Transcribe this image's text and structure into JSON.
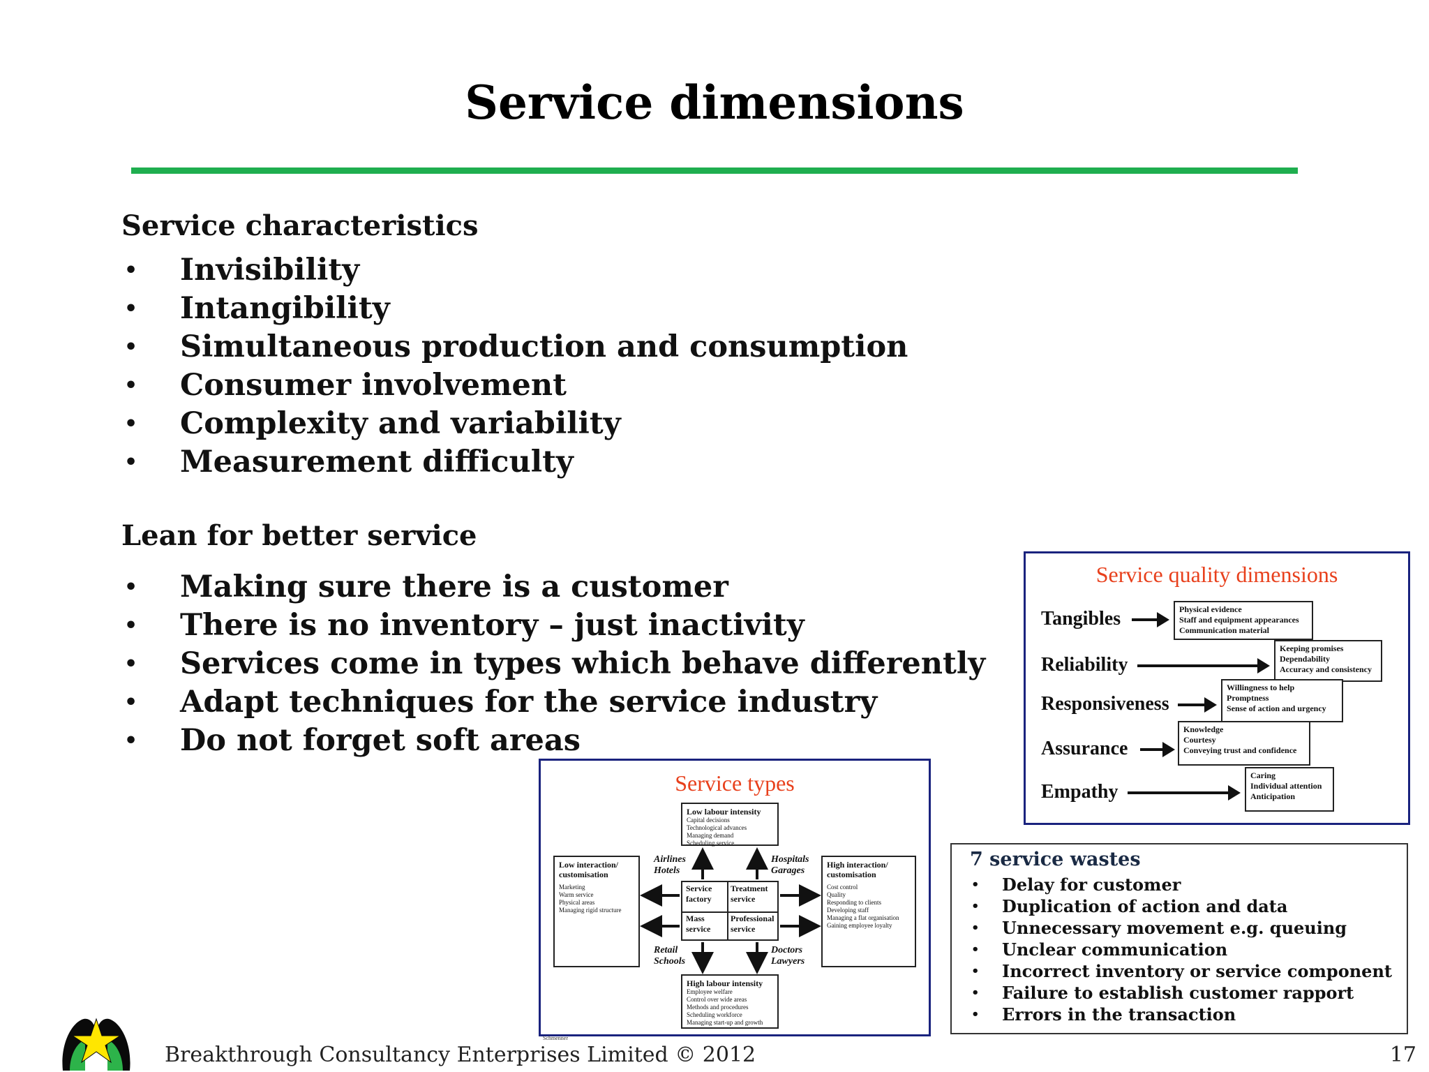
{
  "slide": {
    "title": "Service dimensions",
    "page_number": "17",
    "footer": "Breakthrough Consultancy Enterprises Limited © 2012",
    "accent_color": "#1fae4f"
  },
  "characteristics": {
    "heading": "Service characteristics",
    "items": [
      "Invisibility",
      "Intangibility",
      "Simultaneous production and consumption",
      "Consumer involvement",
      "Complexity and variability",
      "Measurement difficulty"
    ]
  },
  "lean": {
    "heading": "Lean for better service",
    "items": [
      "Making sure there is a customer",
      "There is no inventory – just inactivity",
      "Services come in types which behave differently",
      "Adapt techniques for the service industry",
      "Do not forget soft areas"
    ]
  },
  "quality": {
    "title": "Service quality dimensions",
    "title_color": "#e8401c",
    "dimensions": [
      {
        "label": "Tangibles",
        "lines": [
          "Physical evidence",
          "Staff and equipment appearances",
          "Communication material"
        ]
      },
      {
        "label": "Reliability",
        "lines": [
          "Keeping promises",
          "Dependability",
          "Accuracy and consistency"
        ]
      },
      {
        "label": "Responsiveness",
        "lines": [
          "Willingness to help",
          "Promptness",
          "Sense of action and urgency"
        ]
      },
      {
        "label": "Assurance",
        "lines": [
          "Knowledge",
          "Courtesy",
          "Conveying trust and confidence"
        ]
      },
      {
        "label": "Empathy",
        "lines": [
          "Caring",
          "Individual attention",
          "Anticipation"
        ]
      }
    ]
  },
  "types": {
    "title": "Service types",
    "credit": "Schmenner",
    "top": {
      "heading": "Low labour intensity",
      "lines": [
        "Capital decisions",
        "Technological advances",
        "Managing demand",
        "Scheduling service"
      ]
    },
    "bottom": {
      "heading": "High labour intensity",
      "lines": [
        "Employee welfare",
        "Control over wide areas",
        "Methods and procedures",
        "Scheduling workforce",
        "Managing start-up and growth"
      ]
    },
    "left": {
      "heading1": "Low interaction/",
      "heading2": "customisation",
      "lines": [
        "Marketing",
        "Warm service",
        "Physical areas",
        "Managing rigid structure"
      ]
    },
    "right": {
      "heading1": "High interaction/",
      "heading2": "customisation",
      "lines": [
        "Cost control",
        "Quality",
        "Responding to clients",
        "Developing staff",
        "Managing a flat organisation",
        "Gaining employee loyalty"
      ]
    },
    "quadrants": {
      "tl1": "Service",
      "tl2": "factory",
      "tr1": "Treatment",
      "tr2": "service",
      "bl1": "Mass",
      "bl2": "service",
      "br1": "Professional",
      "br2": "service"
    },
    "examples": {
      "airlines": "Airlines",
      "hotels": "Hotels",
      "hospitals": "Hospitals",
      "garages": "Garages",
      "retail": "Retail",
      "schools": "Schools",
      "doctors": "Doctors",
      "lawyers": "Lawyers"
    }
  },
  "wastes": {
    "title": "7 service wastes",
    "items": [
      "Delay for customer",
      "Duplication of action and data",
      "Unnecessary movement e.g. queuing",
      "Unclear communication",
      "Incorrect inventory or service component",
      "Failure to establish customer rapport",
      "Errors in the transaction"
    ]
  }
}
